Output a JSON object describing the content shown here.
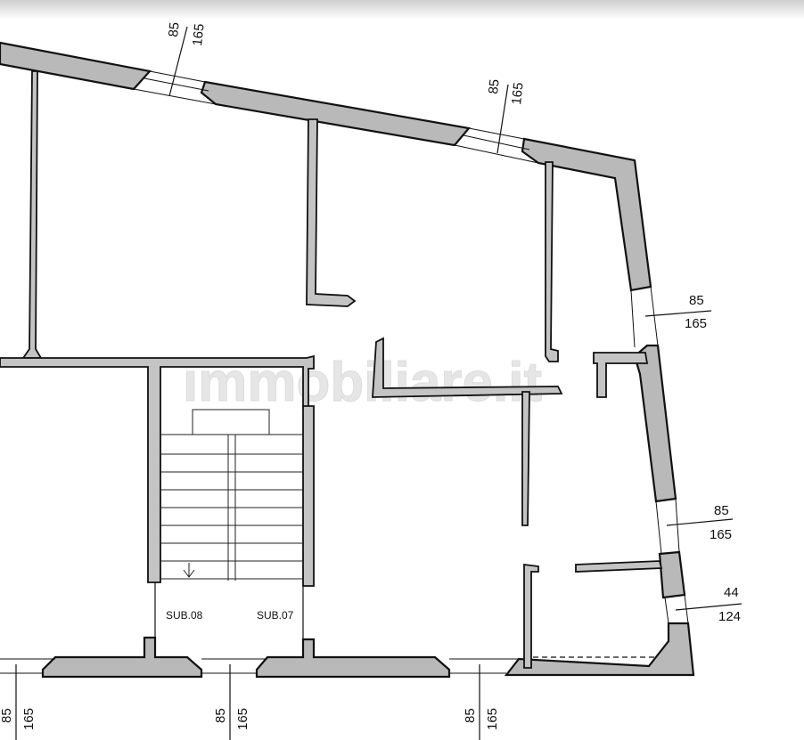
{
  "watermark": "immobiliare.it",
  "units": {
    "sub08": "SUB.08",
    "sub07": "SUB.07"
  },
  "dimensions": {
    "w_top_left": {
      "width": "85",
      "height": "165"
    },
    "w_top_mid": {
      "width": "85",
      "height": "165"
    },
    "w_right_1": {
      "width": "85",
      "height": "165"
    },
    "w_right_2": {
      "width": "85",
      "height": "165"
    },
    "w_right_3": {
      "width": "44",
      "height": "124"
    },
    "w_bot_left": {
      "width": "85",
      "height": "165"
    },
    "w_bot_mid": {
      "width": "85",
      "height": "165"
    },
    "w_bot_right": {
      "width": "85",
      "height": "165"
    }
  }
}
